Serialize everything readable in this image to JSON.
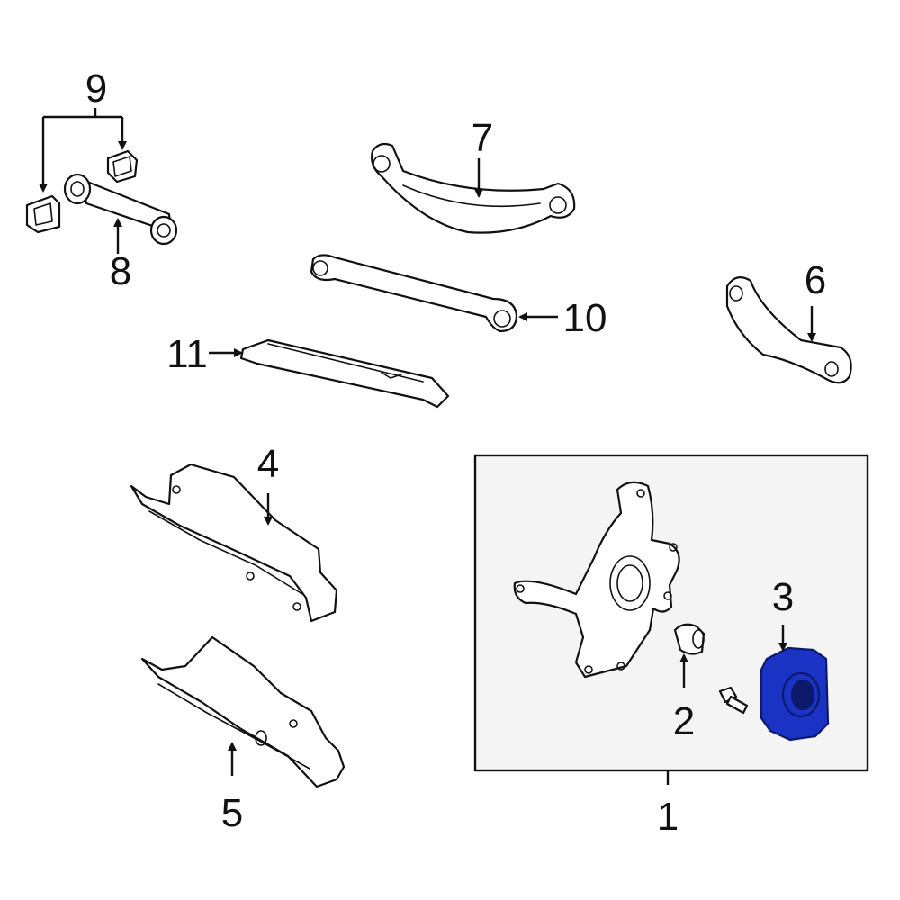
{
  "callouts": {
    "c1": "1",
    "c2": "2",
    "c3": "3",
    "c4": "4",
    "c5": "5",
    "c6": "6",
    "c7": "7",
    "c8": "8",
    "c9": "9",
    "c10": "10",
    "c11": "11"
  },
  "colors": {
    "highlight": "#1a33c4",
    "highlight_dark": "#0b1a6b",
    "frame_fill": "#f4f4f4",
    "line": "#111111"
  },
  "highlighted_part": "3"
}
